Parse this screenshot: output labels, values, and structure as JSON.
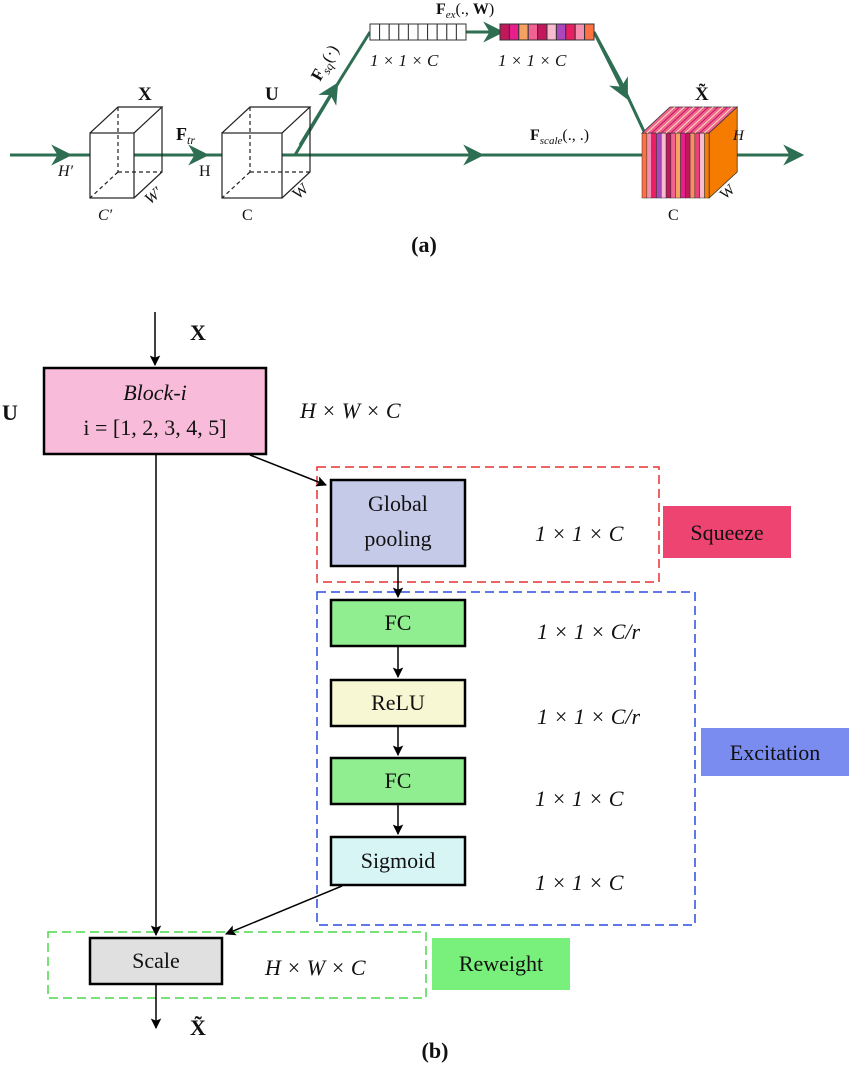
{
  "part_a": {
    "caption": "(a)",
    "input_label": "X",
    "input_dims": {
      "h": "H′",
      "w": "W′",
      "c": "C′"
    },
    "transform_label": "F",
    "transform_sub": "tr",
    "u_label": "U",
    "u_dims": {
      "h": "H",
      "w": "W",
      "c": "C"
    },
    "squeeze_label": "F",
    "squeeze_sub": "sq",
    "squeeze_args": "(·)",
    "squeeze_vector_dims": "1 × 1 × C",
    "excite_label": "F",
    "excite_sub": "ex",
    "excite_args_pre": "(., ",
    "excite_args_bold": "W",
    "excite_args_post": ")",
    "excite_vector_dims": "1 × 1 × C",
    "scale_label": "F",
    "scale_sub": "scale",
    "scale_args": "(., .)",
    "output_label": "X̃",
    "output_dims": {
      "h": "H",
      "w": "W",
      "c": "C"
    },
    "excite_colors": [
      "#c2185b",
      "#e91e8c",
      "#f4a261",
      "#f06292",
      "#c2185b",
      "#f8bbd0",
      "#ab47bc",
      "#e91e63",
      "#f48fb1",
      "#ff7043"
    ]
  },
  "part_b": {
    "caption": "(b)",
    "input_label": "X",
    "u_label": "U",
    "block": {
      "line1": "Block-i",
      "line2": "i = [1, 2, 3, 4, 5]",
      "dims": "H × W × C",
      "color": "#f8bbd9"
    },
    "global_pooling": {
      "line1": "Global",
      "line2": "pooling",
      "dims": "1 × 1 × C",
      "color": "#c5cae9"
    },
    "fc1": {
      "label": "FC",
      "dims": "1 × 1 × C/r",
      "color": "#90ee90"
    },
    "relu": {
      "label": "ReLU",
      "dims": "1 × 1 × C/r",
      "color": "#f7f7d4"
    },
    "fc2": {
      "label": "FC",
      "dims": "1 × 1 × C",
      "color": "#90ee90"
    },
    "sigmoid": {
      "label": "Sigmoid",
      "dims": "1 × 1 × C",
      "color": "#d8f5f5"
    },
    "scale": {
      "label": "Scale",
      "dims": "H × W × C",
      "color": "#e0e0e0"
    },
    "output_label": "X̃",
    "squeeze_tag": {
      "label": "Squeeze",
      "color": "#ee4472"
    },
    "excitation_tag": {
      "label": "Excitation",
      "color": "#7b8cf0"
    },
    "reweight_tag": {
      "label": "Reweight",
      "color": "#79f07b"
    }
  }
}
